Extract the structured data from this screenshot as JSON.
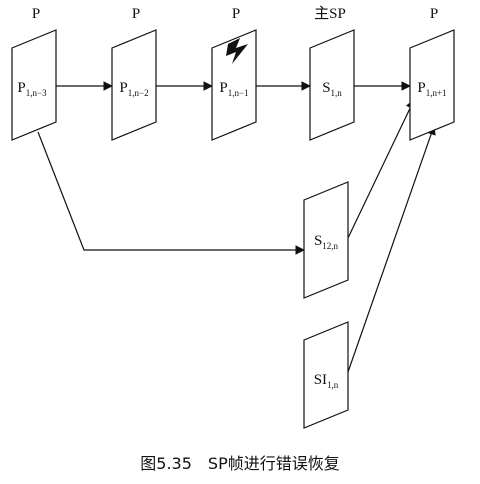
{
  "frames": [
    {
      "id": "p-n-3",
      "top_label": "P",
      "label_main": "P",
      "label_sub": "1,n−3"
    },
    {
      "id": "p-n-2",
      "top_label": "P",
      "label_main": "P",
      "label_sub": "1,n−2"
    },
    {
      "id": "p-n-1",
      "top_label": "P",
      "label_main": "P",
      "label_sub": "1,n−1"
    },
    {
      "id": "s-1n",
      "top_label": "主SP",
      "label_main": "S",
      "label_sub": "1,n"
    },
    {
      "id": "p-n+1",
      "top_label": "P",
      "label_main": "P",
      "label_sub": "1,n+1"
    },
    {
      "id": "s12-n",
      "top_label": "",
      "label_main": "S",
      "label_sub": "12,n"
    },
    {
      "id": "si1-n",
      "top_label": "",
      "label_main": "SI",
      "label_sub": "1,n"
    }
  ],
  "edges": [
    {
      "from": "p-n-3",
      "to": "p-n-2"
    },
    {
      "from": "p-n-2",
      "to": "p-n-1"
    },
    {
      "from": "p-n-1",
      "to": "s-1n"
    },
    {
      "from": "s-1n",
      "to": "p-n+1"
    },
    {
      "from": "p-n-3",
      "to": "s12-n"
    },
    {
      "from": "s12-n",
      "to": "p-n+1"
    },
    {
      "from": "si1-n",
      "to": "p-n+1"
    }
  ],
  "error_mark": "lightning-bolt",
  "caption": "图5.35　SP帧进行错误恢复"
}
